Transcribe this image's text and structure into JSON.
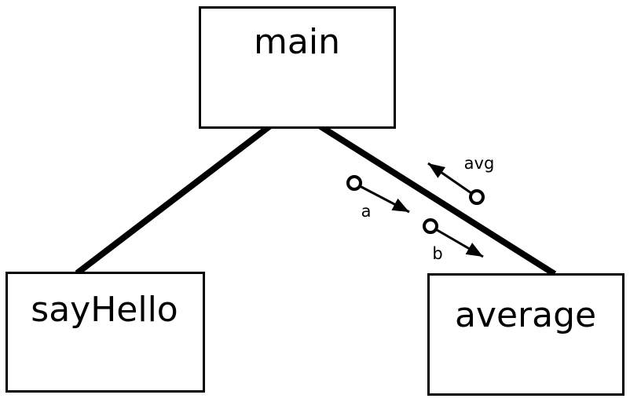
{
  "diagram": {
    "kind": "structure-chart",
    "colors": {
      "ink": "#000000",
      "background": "#ffffff"
    },
    "nodes": [
      {
        "id": "main",
        "label": "main"
      },
      {
        "id": "sayHello",
        "label": "sayHello"
      },
      {
        "id": "average",
        "label": "average"
      }
    ],
    "calls": [
      {
        "from": "main",
        "to": "sayHello"
      },
      {
        "from": "main",
        "to": "average"
      }
    ],
    "data_couples": [
      {
        "label": "a",
        "direction": "down-to-average"
      },
      {
        "label": "b",
        "direction": "down-to-average"
      },
      {
        "label": "avg",
        "direction": "up-to-main"
      }
    ]
  }
}
